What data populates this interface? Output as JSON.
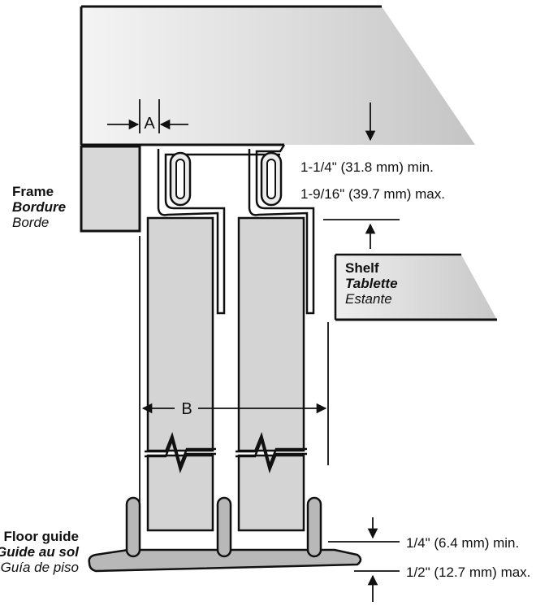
{
  "labels": {
    "frame": {
      "en": "Frame",
      "fr": "Bordure",
      "es": "Borde"
    },
    "shelf": {
      "en": "Shelf",
      "fr": "Tablette",
      "es": "Estante"
    },
    "floor_guide": {
      "en": "Floor guide",
      "fr": "Guide au sol",
      "es": "Guía de piso"
    }
  },
  "dimensions": {
    "a": "A",
    "b": "B",
    "gap_min": "1-1/4\" (31.8 mm) min.",
    "gap_max": "1-9/16\" (39.7 mm) max.",
    "floor_min": "1/4\" (6.4 mm) min.",
    "floor_max": "1/2\" (12.7 mm) max."
  },
  "colors": {
    "line": "#111111",
    "panel_fill": "#d6d6d6",
    "header_light": "#f2f2f2",
    "header_dark": "#c2c2c2",
    "guide_fill": "#b4b4b4"
  }
}
